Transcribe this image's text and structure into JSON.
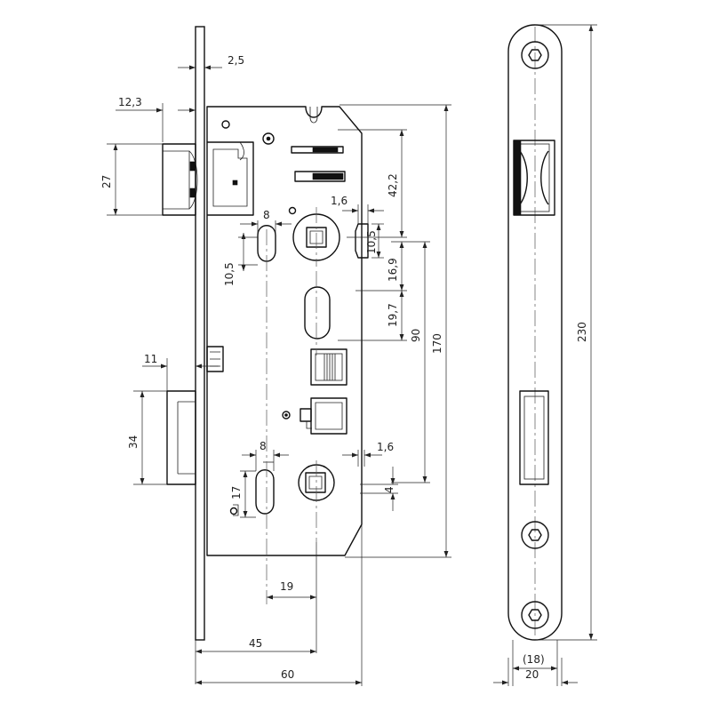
{
  "drawing": {
    "front_view_dimensions": {
      "faceplate_thickness": "2,5",
      "latch_projection": "12,3",
      "latch_height": "27",
      "bolt_projection": "11",
      "bolt_height": "34",
      "follower_to_cylinder": "42,2",
      "side_offset_top": "1,6",
      "cam_width_top": "8",
      "pin_offset_top": "10,5",
      "slot_height_left": "10,5",
      "follower_offset": "16,9",
      "slot_to_cylinder": "19,7",
      "axis_distance": "90",
      "total_case_height": "170",
      "cam_width_bottom": "8",
      "side_offset_bottom": "1,6",
      "slot_height_bottom": "17",
      "cam_offset_bottom": "4",
      "cam_to_axis": "19",
      "backset": "45",
      "case_depth": "60"
    },
    "faceplate_view_dimensions": {
      "faceplate_length": "230",
      "faceplate_inner_width": "(18)",
      "faceplate_width": "20"
    }
  }
}
